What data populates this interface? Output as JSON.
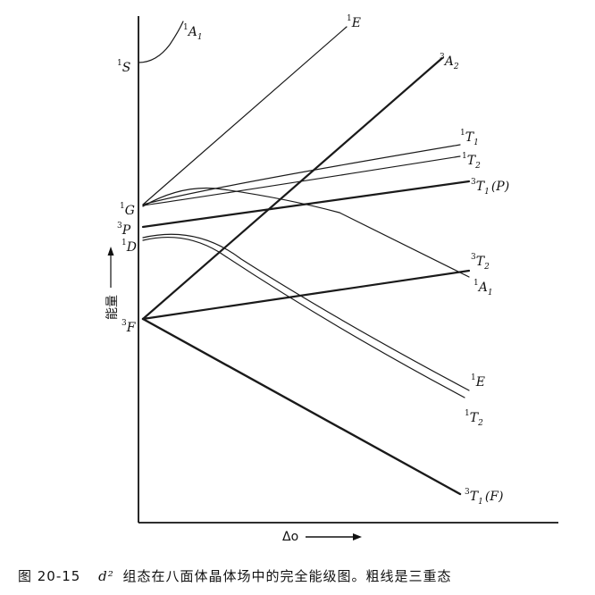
{
  "caption": {
    "figure_no": "图 20-15",
    "math": "d²",
    "text": "组态在八面体晶体场中的完全能级图。粗线是三重态"
  },
  "axes": {
    "y_label": "能量",
    "x_label": "Δo"
  },
  "free_ion_terms": [
    {
      "id": "1S",
      "mult": "1",
      "letter": "S",
      "sub": ""
    },
    {
      "id": "1G",
      "mult": "1",
      "letter": "G",
      "sub": ""
    },
    {
      "id": "3P",
      "mult": "3",
      "letter": "P",
      "sub": ""
    },
    {
      "id": "1D",
      "mult": "1",
      "letter": "D",
      "sub": ""
    },
    {
      "id": "3F",
      "mult": "3",
      "letter": "F",
      "sub": ""
    }
  ],
  "field_terms": [
    {
      "id": "1A1-top",
      "mult": "1",
      "letter": "A",
      "sub": "1",
      "paren": ""
    },
    {
      "id": "1E-top",
      "mult": "1",
      "letter": "E",
      "sub": "",
      "paren": ""
    },
    {
      "id": "3A2",
      "mult": "3",
      "letter": "A",
      "sub": "2",
      "paren": ""
    },
    {
      "id": "1T1",
      "mult": "1",
      "letter": "T",
      "sub": "1",
      "paren": ""
    },
    {
      "id": "1T2-upper",
      "mult": "1",
      "letter": "T",
      "sub": "2",
      "paren": ""
    },
    {
      "id": "3T1P",
      "mult": "3",
      "letter": "T",
      "sub": "1",
      "paren": "(P)"
    },
    {
      "id": "3T2",
      "mult": "3",
      "letter": "T",
      "sub": "2",
      "paren": ""
    },
    {
      "id": "1A1-mid",
      "mult": "1",
      "letter": "A",
      "sub": "1",
      "paren": ""
    },
    {
      "id": "1E-low",
      "mult": "1",
      "letter": "E",
      "sub": "",
      "paren": ""
    },
    {
      "id": "1T2-low",
      "mult": "1",
      "letter": "T",
      "sub": "2",
      "paren": ""
    },
    {
      "id": "3T1F",
      "mult": "3",
      "letter": "T",
      "sub": "1",
      "paren": "(F)"
    }
  ]
}
